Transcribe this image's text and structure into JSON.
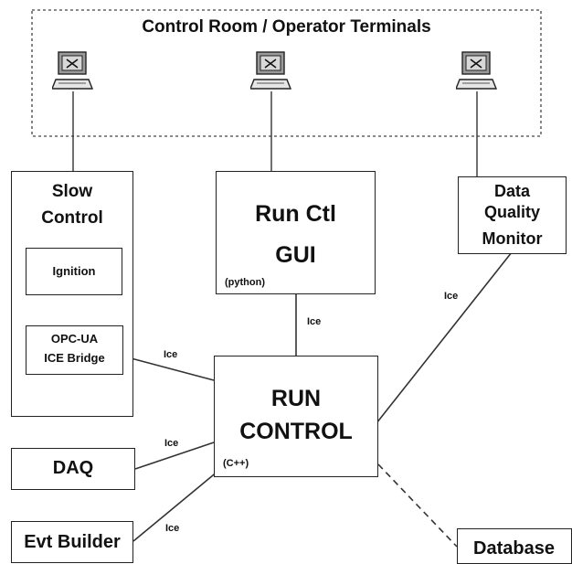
{
  "control_room": {
    "title": "Control Room / Operator Terminals"
  },
  "terminal_icon": "computer-terminal-icon",
  "slow_control": {
    "title_line1": "Slow",
    "title_line2": "Control",
    "ignition": "Ignition",
    "bridge_line1": "OPC-UA",
    "bridge_line2": "ICE Bridge"
  },
  "run_ctl_gui": {
    "line1": "Run Ctl",
    "line2": "GUI",
    "lang": "(python)"
  },
  "dqm": {
    "line1": "Data",
    "line2": "Quality",
    "line3": "Monitor"
  },
  "run_control": {
    "line1": "RUN",
    "line2": "CONTROL",
    "lang": "(C++)"
  },
  "daq": {
    "label": "DAQ"
  },
  "evt_builder": {
    "label": "Evt Builder"
  },
  "database": {
    "label": "Database"
  },
  "links": {
    "gui_rc": "Ice",
    "dqm_rc": "Ice",
    "bridge_rc": "Ice",
    "daq_rc": "Ice",
    "evt_rc": "Ice"
  }
}
